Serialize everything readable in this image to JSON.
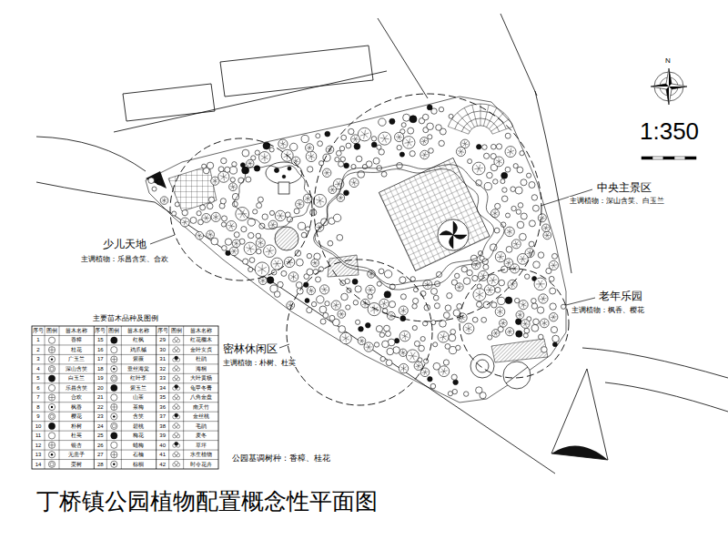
{
  "diagram": {
    "title": "丁桥镇公园植物配置概念性平面图",
    "labels": [
      "1:350",
      "N",
      "中央主景区",
      "主调植物：深山含笑、白玉兰",
      "少儿天地",
      "主调植物：乐昌含笑、合欢",
      "老年乐园",
      "主调植物：枫香、樱花",
      "密林休闲区",
      "主调植物：朴树、杜英",
      "公园基调树种：香樟、桂花",
      "主要苗木品种及图例",
      "序号",
      "图例",
      "苗木名称",
      "序号",
      "图例",
      "苗木名称",
      "序号",
      "图例",
      "苗木名称",
      "1",
      "2",
      "3",
      "4",
      "5",
      "6",
      "7",
      "8",
      "9",
      "10",
      "11",
      "12",
      "13",
      "14",
      "15",
      "16",
      "17",
      "18",
      "19",
      "20",
      "21",
      "22",
      "23",
      "24",
      "25",
      "26",
      "27",
      "28",
      "29",
      "30",
      "31",
      "32",
      "33",
      "34",
      "35",
      "36",
      "37",
      "38",
      "39",
      "40",
      "41",
      "42"
    ],
    "legend": [
      {
        "text": "香樟"
      },
      {
        "text": "桂花"
      },
      {
        "text": "广玉兰"
      },
      {
        "text": "深山含笑"
      },
      {
        "text": "白玉兰"
      },
      {
        "text": "乐昌含笑"
      },
      {
        "text": "合欢"
      },
      {
        "text": "枫香"
      },
      {
        "text": "樱花"
      },
      {
        "text": "朴树"
      },
      {
        "text": "杜英"
      },
      {
        "text": "银杏"
      },
      {
        "text": "无患子"
      },
      {
        "text": "栾树"
      },
      {
        "text": "红枫"
      },
      {
        "text": "鸡爪槭"
      },
      {
        "text": "紫薇"
      },
      {
        "text": "垂丝海棠"
      },
      {
        "text": "红叶李"
      },
      {
        "text": "紫玉兰"
      },
      {
        "text": "山茶"
      },
      {
        "text": "茶梅"
      },
      {
        "text": "含笑"
      },
      {
        "text": "碧桃"
      },
      {
        "text": "梅花"
      },
      {
        "text": "蜡梅"
      },
      {
        "text": "石楠"
      },
      {
        "text": "棕榈"
      },
      {
        "text": "红花檵木"
      },
      {
        "text": "金叶女贞"
      },
      {
        "text": "杜鹃"
      },
      {
        "text": "海桐"
      },
      {
        "text": "大叶黄杨"
      },
      {
        "text": "龟甲冬青"
      },
      {
        "text": "八角金盘"
      },
      {
        "text": "南天竹"
      },
      {
        "text": "金丝桃"
      },
      {
        "text": "毛鹃"
      },
      {
        "text": "麦冬"
      },
      {
        "text": "草坪"
      },
      {
        "text": "水生植物"
      },
      {
        "text": "时令花卉"
      }
    ]
  }
}
